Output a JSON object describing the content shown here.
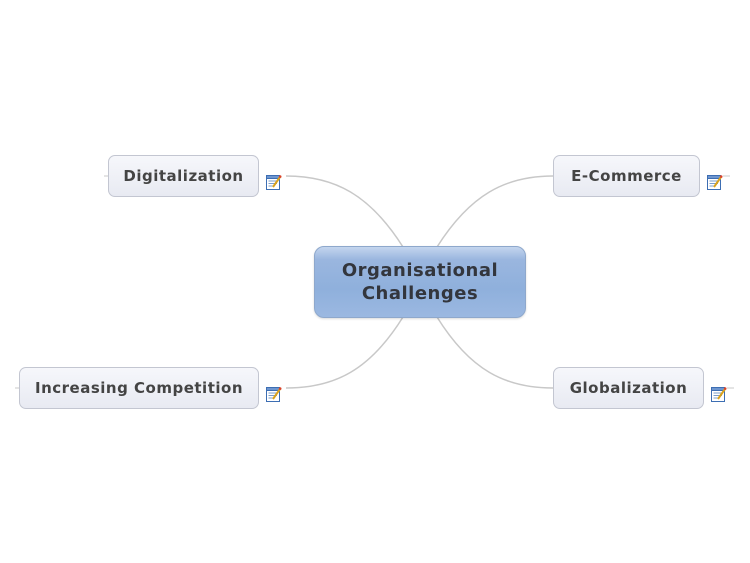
{
  "central_topic": {
    "line1": "Organisational",
    "line2": "Challenges"
  },
  "topics": {
    "digitalization": "Digitalization",
    "ecommerce": "E-Commerce",
    "competition": "Increasing Competition",
    "globalization": "Globalization"
  },
  "icons": {
    "note": "note-icon"
  },
  "colors": {
    "central_fill": "#92b1dd",
    "topic_fill": "#eef0f6",
    "connector": "#c8c8c8",
    "text": "#444444"
  }
}
